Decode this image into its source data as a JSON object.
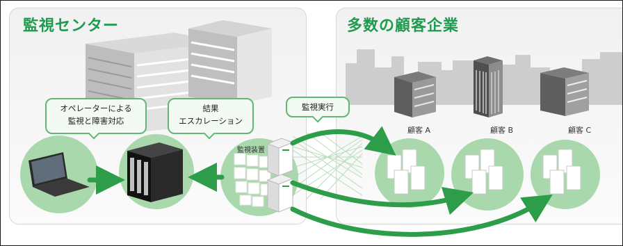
{
  "diagram": {
    "left_panel_title": "監視センター",
    "right_panel_title": "多数の顧客企業",
    "bubble_operator_line1": "オペレーターによる",
    "bubble_operator_line2": "監視と障害対応",
    "bubble_escalation_line1": "結果",
    "bubble_escalation_line2": "エスカレーション",
    "bubble_monitor_exec": "監視実行",
    "label_monitor_device": "監視装置",
    "customer_a": "顧客 A",
    "customer_b": "顧客 B",
    "customer_c": "顧客 C"
  },
  "colors": {
    "accent_green": "#1f9a4f",
    "arrow_green": "#2e9d4a",
    "circle_green": "#8fcf96",
    "building_gray": "#c9c9c9"
  }
}
